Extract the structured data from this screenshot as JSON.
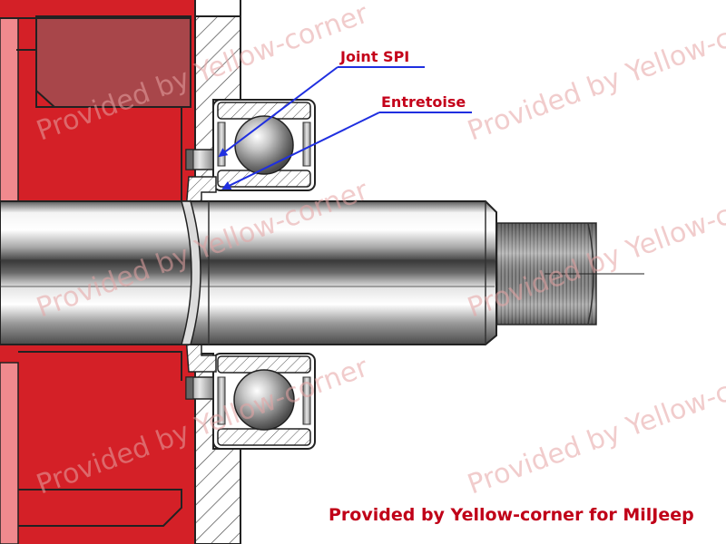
{
  "labels": {
    "joint": "Joint SPI",
    "spacer": "Entretoise"
  },
  "credit": "Provided by Yellow-corner for MilJeep",
  "watermark": "Provided by Yellow-corner",
  "colors": {
    "housing_red": "#d42027",
    "housing_dark": "#a81c22",
    "housing_pink": "#f08a8e",
    "label_red": "#c4001a",
    "arrow_blue": "#1f2fe0",
    "credit_red": "#c00018"
  }
}
